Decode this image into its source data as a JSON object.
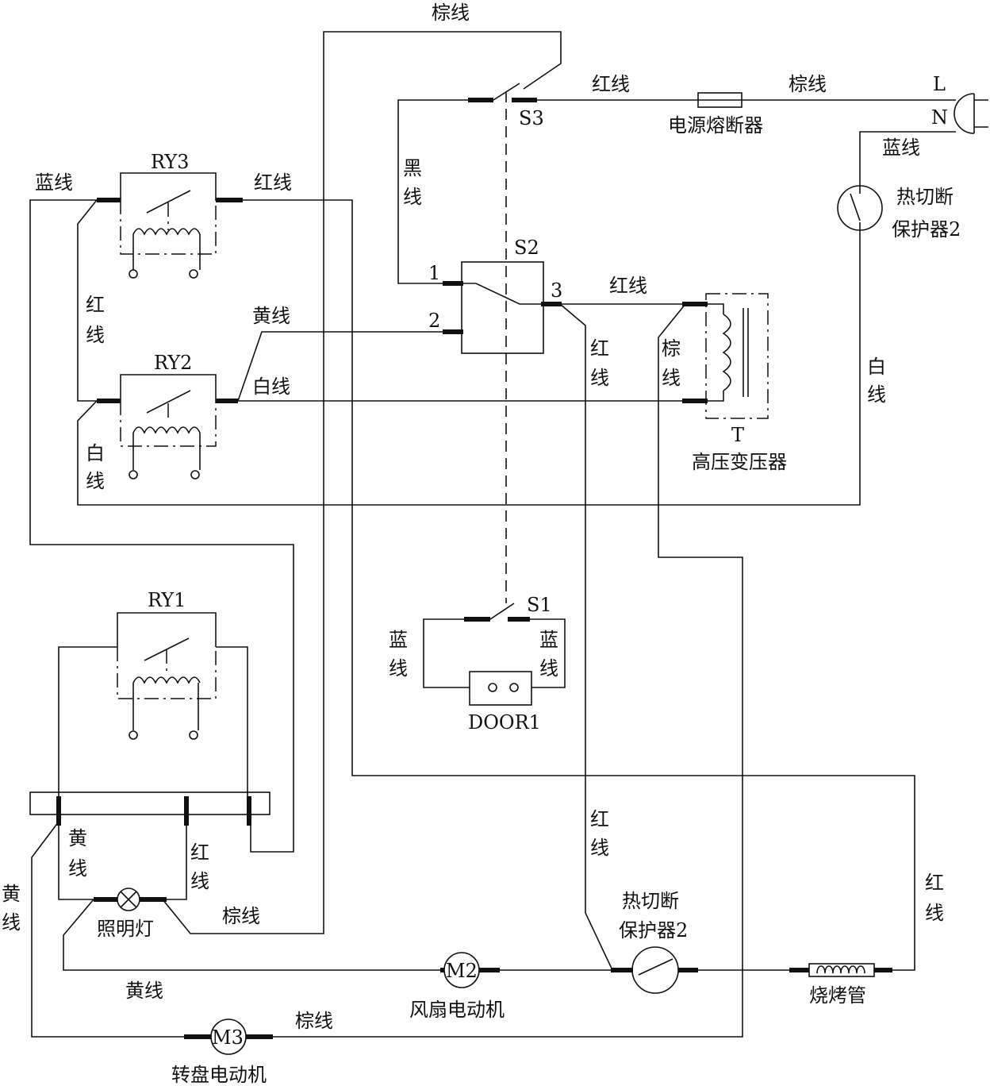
{
  "labels": {
    "top_brown": "棕线",
    "red_top": "红线",
    "brown_top": "棕线",
    "L": "L",
    "N": "N",
    "blue_n": "蓝线",
    "fuse": "电源熔断器",
    "s3": "S3",
    "s2": "S2",
    "s1": "S1",
    "black_1": "黑",
    "black_2": "线",
    "ry3": "RY3",
    "ry3_blue": "蓝线",
    "ry3_red": "红线",
    "left_red_1": "红",
    "left_red_2": "线",
    "yellow_s2": "黄线",
    "ry2": "RY2",
    "white_ry2": "白线",
    "left_white_1": "白",
    "left_white_2": "线",
    "pin1": "1",
    "pin2": "2",
    "pin3": "3",
    "red_s2_t": "红线",
    "red_mid_1": "红",
    "red_mid_2": "线",
    "brown_t_1": "棕",
    "brown_t_2": "线",
    "t_sym": "T",
    "transformer": "高压变压器",
    "thermal_top_1": "热切断",
    "thermal_top_2": "保护器2",
    "white_right_1": "白",
    "white_right_2": "线",
    "ry1": "RY1",
    "blue_s1_l1": "蓝",
    "blue_s1_l2": "线",
    "blue_s1_r1": "蓝",
    "blue_s1_r2": "线",
    "door": "DOOR1",
    "yellow_lamp_1": "黄",
    "yellow_lamp_2": "线",
    "red_lamp_1": "红",
    "red_lamp_2": "线",
    "yellow_far_1": "黄",
    "yellow_far_2": "线",
    "lamp": "照明灯",
    "brown_lamp": "棕线",
    "red_low_1": "红",
    "red_low_2": "线",
    "thermal_bot_1": "热切断",
    "thermal_bot_2": "保护器2",
    "red_right_1": "红",
    "red_right_2": "线",
    "m2": "M2",
    "fan_motor": "风扇电动机",
    "yellow_m2": "黄线",
    "heater": "烧烤管",
    "m3": "M3",
    "turntable_motor": "转盘电动机",
    "brown_m3": "棕线"
  },
  "icons": {
    "plug": "plug-icon",
    "fuse": "fuse-icon",
    "lamp": "lamp-icon",
    "coil": "coil-icon",
    "switch": "switch-icon",
    "motor": "motor-icon",
    "heater": "heater-icon",
    "thermal": "thermal-cutoff-icon"
  }
}
